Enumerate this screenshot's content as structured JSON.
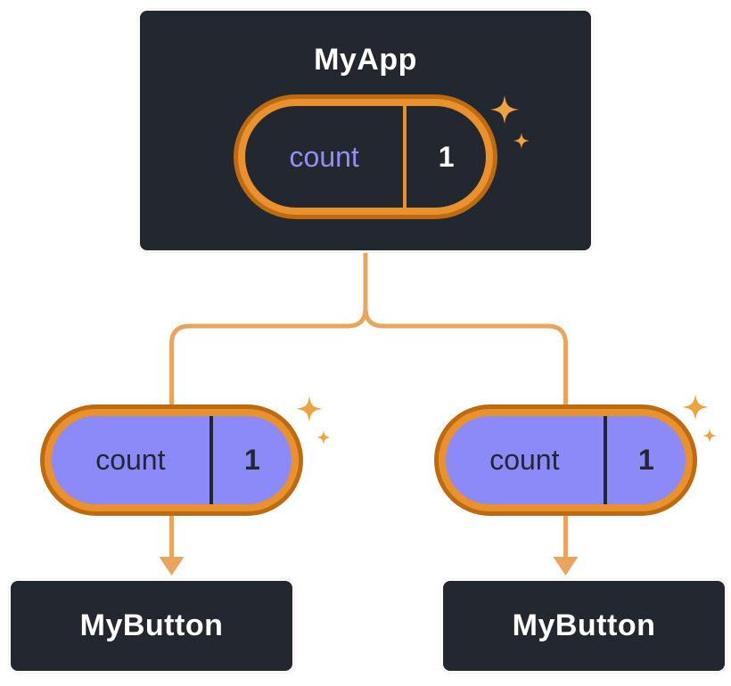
{
  "colors": {
    "background": "#FFFFFF",
    "box_bg": "#23272F",
    "box_border": "#FFFFFF",
    "orange": "#E8912D",
    "orange_dark": "#BE6A11",
    "line": "#EBA45C",
    "lavender": "#8B8AF8",
    "lavender_text": "#9090F0",
    "dark_text": "#23272F",
    "white_text": "#FFFFFF",
    "sparkle": "#EDA33F"
  },
  "parent": {
    "title": "MyApp",
    "state": {
      "key": "count",
      "value": "1"
    }
  },
  "children": [
    {
      "title": "MyButton",
      "prop": {
        "key": "count",
        "value": "1"
      }
    },
    {
      "title": "MyButton",
      "prop": {
        "key": "count",
        "value": "1"
      }
    }
  ],
  "icons": {
    "sparkle": "sparkle-icon",
    "arrow": "arrow-down-icon"
  }
}
